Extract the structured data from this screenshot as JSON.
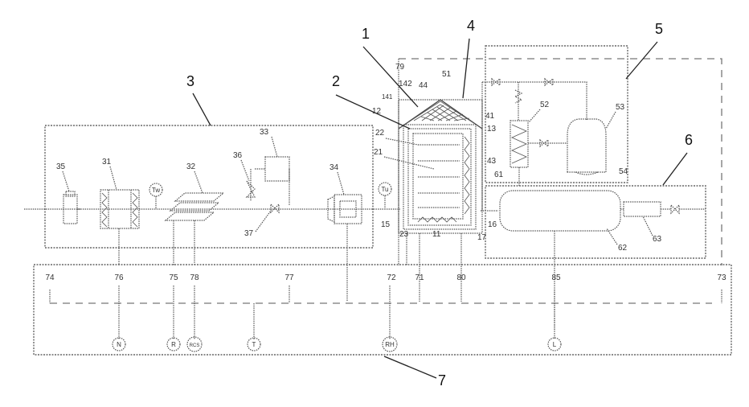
{
  "system_labels": {
    "s1": "1",
    "s2": "2",
    "s3": "3",
    "s4": "4",
    "s5": "5",
    "s6": "6",
    "s7": "7"
  },
  "unit3": {
    "c35": "35",
    "c31": "31",
    "c32": "32",
    "c33": "33",
    "c34": "34",
    "c36": "36",
    "c37": "37",
    "sensor_tw": "Tw"
  },
  "chamber": {
    "c79": "79",
    "c142": "142",
    "c44": "44",
    "c141": "141",
    "c12": "12",
    "c22": "22",
    "c21": "21",
    "c51": "51",
    "c41": "41",
    "c13": "13",
    "c43": "43",
    "c61": "61",
    "c15": "15",
    "c23": "23",
    "c11": "11",
    "c17": "17",
    "c16": "16",
    "sensor_tu": "Tu"
  },
  "unit5": {
    "c52": "52",
    "c53": "53",
    "c54": "54"
  },
  "unit6": {
    "c62": "62",
    "c63": "63"
  },
  "control7": {
    "ports": [
      "74",
      "76",
      "75",
      "78",
      "77",
      "72",
      "71",
      "80",
      "85",
      "73"
    ],
    "sensors": [
      "N",
      "R",
      "RCS",
      "T",
      "RH",
      "L"
    ]
  }
}
